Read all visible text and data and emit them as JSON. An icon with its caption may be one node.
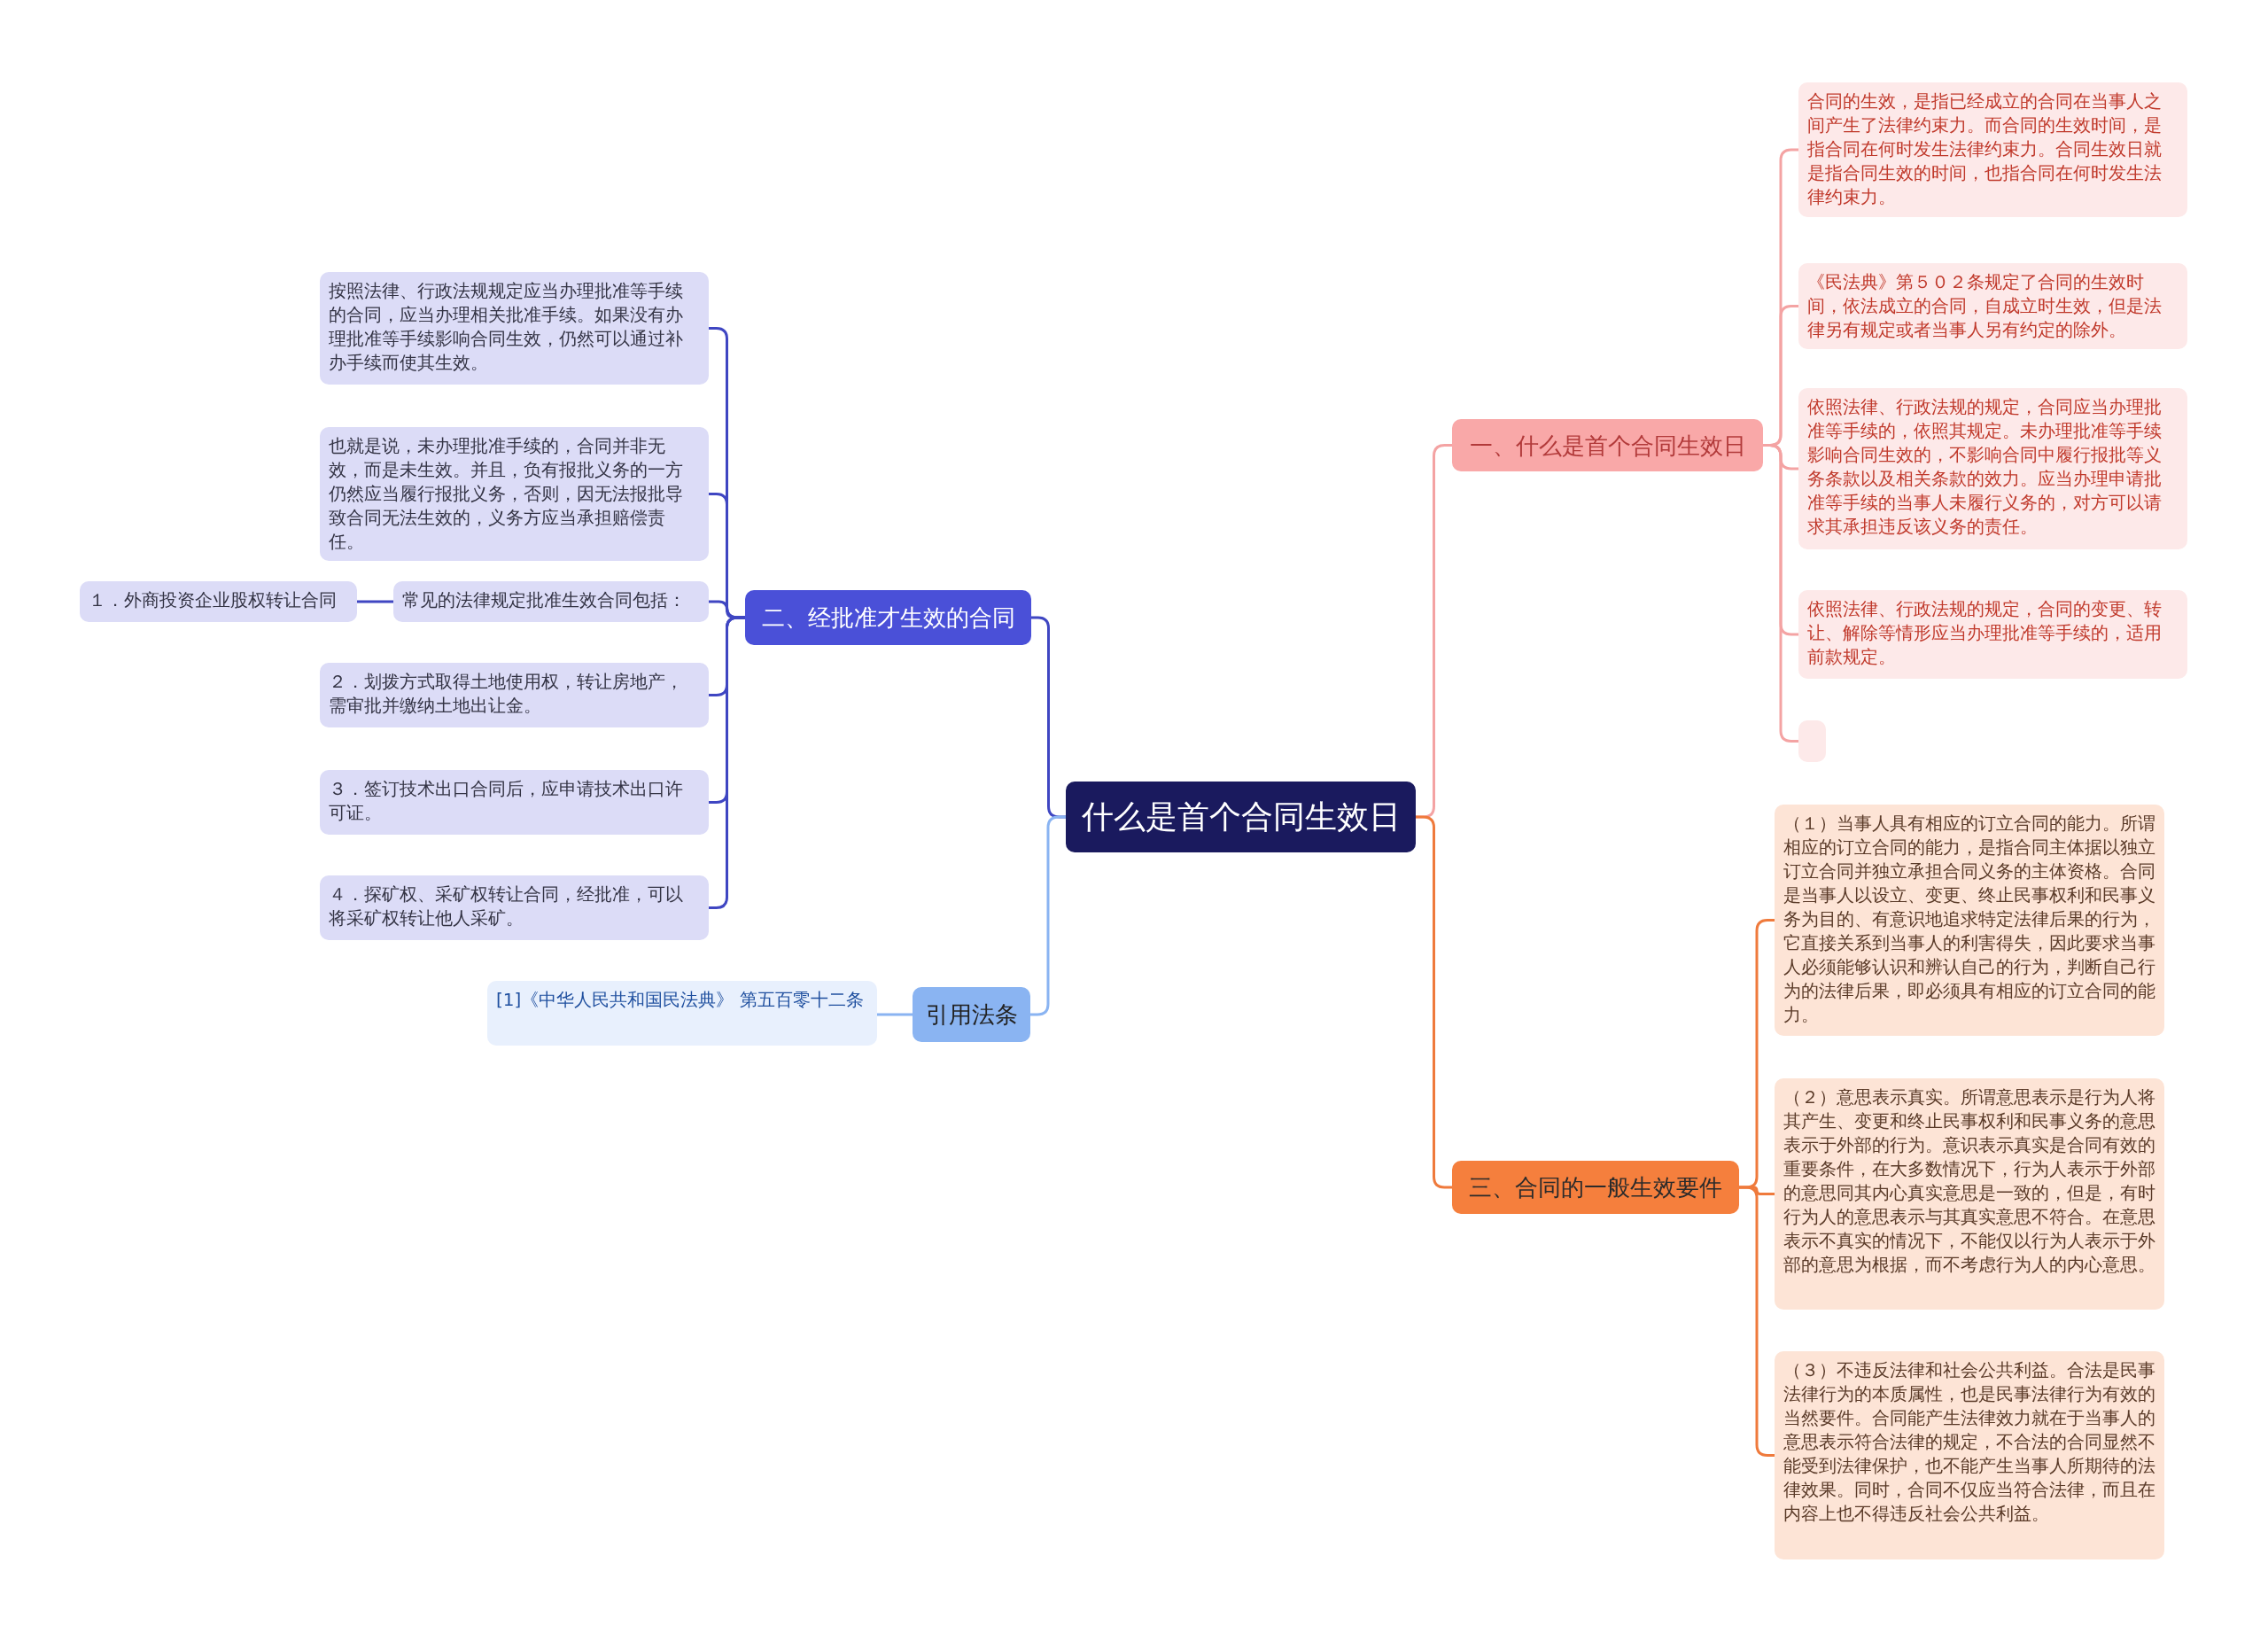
{
  "diagram": {
    "nodes": [
      {
        "text": [
          "什么是首个合同生效日"
        ]
      },
      {
        "text": [
          "一、什么是首个合同生效日"
        ]
      },
      {
        "text": [
          "合同的生效，是指已经成立的合同在当事人之间产生了法律约束力。而合同的生效时间，是指合同在何时发生法律约束力。合同生效日就是指合同生效的时间，也指合同在何时发生法律约束力。"
        ]
      },
      {
        "text": [
          "《民法典》第５０２条规定了合同的生效时间，依法成立的合同，自成立时生效，但是法律另有规定或者当事人另有约定的除外。"
        ]
      },
      {
        "text": [
          "依照法律、行政法规的规定，合同应当办理批准等手续的，依照其规定。未办理批准等手续影响合同生效的，不影响合同中履行报批等义务条款以及相关条款的效力。应当办理申请批准等手续的当事人未履行义务的，对方可以请求其承担违反该义务的责任。"
        ]
      },
      {
        "text": [
          "依照法律、行政法规的规定，合同的变更、转让、解除等情形应当办理批准等手续的，适用前款规定。"
        ]
      },
      {
        "text": [],
        "shape": "box"
      },
      {
        "text": [
          "三、合同的一般生效要件"
        ]
      },
      {
        "text": [
          "（１）当事人具有相应的订立合同的能力。所谓相应的订立合同的能力，是指合同主体据以独立订立合同并独立承担合同义务的主体资格。合同是当事人以设立、变更、终止民事权利和民事义务为目的、有意识地追求特定法律后果的行为，它直接关系到当事人的利害得失，因此要求当事人必须能够认识和辨认自己的行为，判断自己行为的法律后果，即必须具有相应的订立合同的能力。"
        ]
      },
      {
        "text": [
          "（２）意思表示真实。所谓意思表示是行为人将其产生、变更和终止民事权利和民事义务的意思表示于外部的行为。意识表示真实是合同有效的重要条件，在大多数情况下，行为人表示于外部的意思同其内心真实意思是一致的，但是，有时行为人的意思表示与其真实意思不符合。在意思表示不真实的情况下，不能仅以行为人表示于外部的意思为根据，而不考虑行为人的内心意思。"
        ]
      },
      {
        "text": [
          "（３）不违反法律和社会公共利益。合法是民事法律行为的本质属性，也是民事法律行为有效的当然要件。合同能产生法律效力就在于当事人的意思表示符合法律的规定，不合法的合同显然不能受到法律保护，也不能产生当事人所期待的法律效果。同时，合同不仅应当符合法律，而且在内容上也不得违反社会公共利益。"
        ]
      },
      {
        "text": [
          "二、经批准才生效的合同"
        ]
      },
      {
        "text": [
          "按照法律、行政法规规定应当办理批准等手续的合同，应当办理相关批准手续。如果没有办理批准等手续影响合同生效，仍然可以通过补办手续而使其生效。"
        ]
      },
      {
        "text": [
          "也就是说，未办理批准手续的，合同并非无效，而是未生效。并且，负有报批义务的一方仍然应当履行报批义务，否则，因无法报批导致合同无法生效的，义务方应当承担赔偿责任。"
        ]
      },
      {
        "text": [
          "常见的法律规定批准生效合同包括："
        ]
      },
      {
        "text": [
          "１．外商投资企业股权转让合同"
        ]
      },
      {
        "text": [
          "２．划拨方式取得土地使用权，转让房地产，需审批并缴纳土地出让金。"
        ]
      },
      {
        "text": [
          "３．签订技术出口合同后，应申请技术出口许可证。"
        ]
      },
      {
        "text": [
          "４．探矿权、采矿权转让合同，经批准，可以将采矿权转让他人采矿。"
        ]
      },
      {
        "text": [
          "引用法条"
        ]
      },
      {
        "text": [
          "[1]《中华人民共和国民法典》 第五百零十二条"
        ]
      }
    ],
    "edges": [
      {
        "from": 0,
        "to": 1,
        "arrow": "none",
        "color": "#f4a3a3"
      },
      {
        "from": 1,
        "to": 2,
        "arrow": "none",
        "color": "#f4a3a3"
      },
      {
        "from": 1,
        "to": 3,
        "arrow": "none",
        "color": "#f4a3a3"
      },
      {
        "from": 1,
        "to": 4,
        "arrow": "none",
        "color": "#f4a3a3"
      },
      {
        "from": 1,
        "to": 5,
        "arrow": "none",
        "color": "#f4a3a3"
      },
      {
        "from": 1,
        "to": 6,
        "arrow": "none",
        "color": "#f4a3a3"
      },
      {
        "from": 0,
        "to": 7,
        "arrow": "none",
        "color": "#ef7a3c"
      },
      {
        "from": 7,
        "to": 8,
        "arrow": "none",
        "color": "#ef7a3c"
      },
      {
        "from": 7,
        "to": 9,
        "arrow": "none",
        "color": "#ef7a3c"
      },
      {
        "from": 7,
        "to": 10,
        "arrow": "none",
        "color": "#ef7a3c"
      },
      {
        "from": 0,
        "to": 11,
        "arrow": "none"
      },
      {
        "from": 11,
        "to": 12,
        "arrow": "none"
      },
      {
        "from": 11,
        "to": 13,
        "arrow": "none"
      },
      {
        "from": 11,
        "to": 14,
        "arrow": "none"
      },
      {
        "from": 14,
        "to": 15,
        "arrow": "none"
      },
      {
        "from": 11,
        "to": 16,
        "arrow": "none"
      },
      {
        "from": 11,
        "to": 17,
        "arrow": "none"
      },
      {
        "from": 11,
        "to": 18,
        "arrow": "none"
      },
      {
        "from": 0,
        "to": 19,
        "arrow": "none",
        "color": "#8ab4f2"
      },
      {
        "from": 19,
        "to": 20,
        "arrow": "none",
        "color": "#8ab4f2"
      }
    ]
  }
}
